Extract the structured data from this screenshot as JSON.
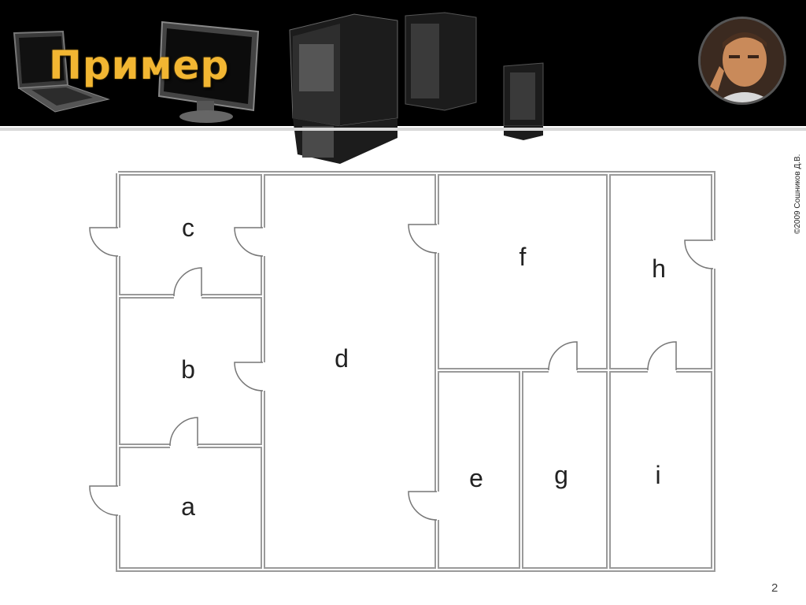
{
  "slide": {
    "title": "Пример",
    "copyright": "©2009  Сошников Д.В.",
    "page_number": "2"
  },
  "floorplan": {
    "rooms": [
      {
        "id": "a",
        "label": "a"
      },
      {
        "id": "b",
        "label": "b"
      },
      {
        "id": "c",
        "label": "c"
      },
      {
        "id": "d",
        "label": "d"
      },
      {
        "id": "e",
        "label": "e"
      },
      {
        "id": "f",
        "label": "f"
      },
      {
        "id": "g",
        "label": "g"
      },
      {
        "id": "h",
        "label": "h"
      },
      {
        "id": "i",
        "label": "i"
      }
    ]
  },
  "colors": {
    "title": "#f2b632",
    "banner": "#000000",
    "wall": "#9a9a9a"
  }
}
